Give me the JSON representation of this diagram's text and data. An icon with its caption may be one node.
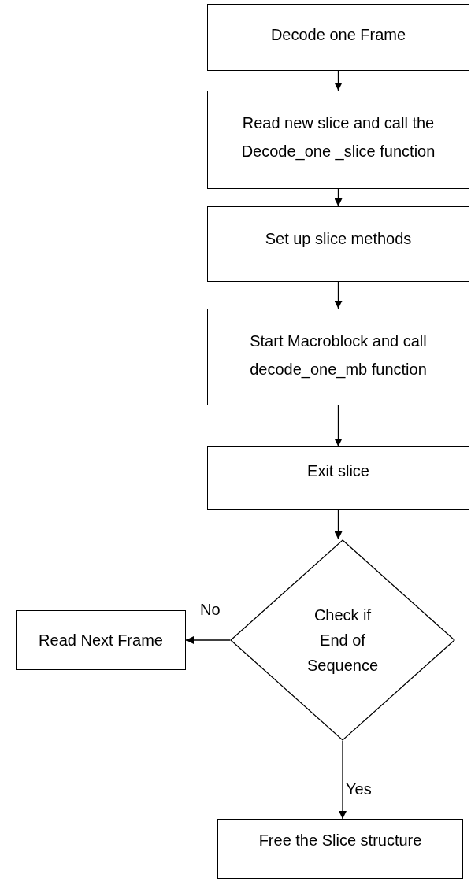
{
  "diagram": {
    "nodes": [
      {
        "text": [
          "Decode one Frame"
        ]
      },
      {
        "text": [
          "Read new slice and call the Decode_one _slice function"
        ]
      },
      {
        "text": [
          "Set up slice methods"
        ]
      },
      {
        "text": [
          "Start Macroblock and call decode_one_mb function"
        ]
      },
      {
        "text": [
          "Exit slice"
        ]
      },
      {
        "text": [
          "Check if End of Sequence"
        ]
      },
      {
        "text": [
          "Read Next Frame"
        ]
      },
      {
        "text": [
          "Free the Slice structure"
        ]
      }
    ],
    "edges": [
      {
        "from": 0,
        "to": 1,
        "arrow": "to"
      },
      {
        "from": 1,
        "to": 2,
        "arrow": "to"
      },
      {
        "from": 2,
        "to": 3,
        "arrow": "to"
      },
      {
        "from": 3,
        "to": 4,
        "arrow": "to"
      },
      {
        "from": 4,
        "to": 5,
        "arrow": "to"
      },
      {
        "from": 5,
        "to": 6,
        "arrow": "to",
        "label": "No"
      },
      {
        "from": 5,
        "to": 7,
        "arrow": "to",
        "label": "Yes"
      }
    ]
  }
}
